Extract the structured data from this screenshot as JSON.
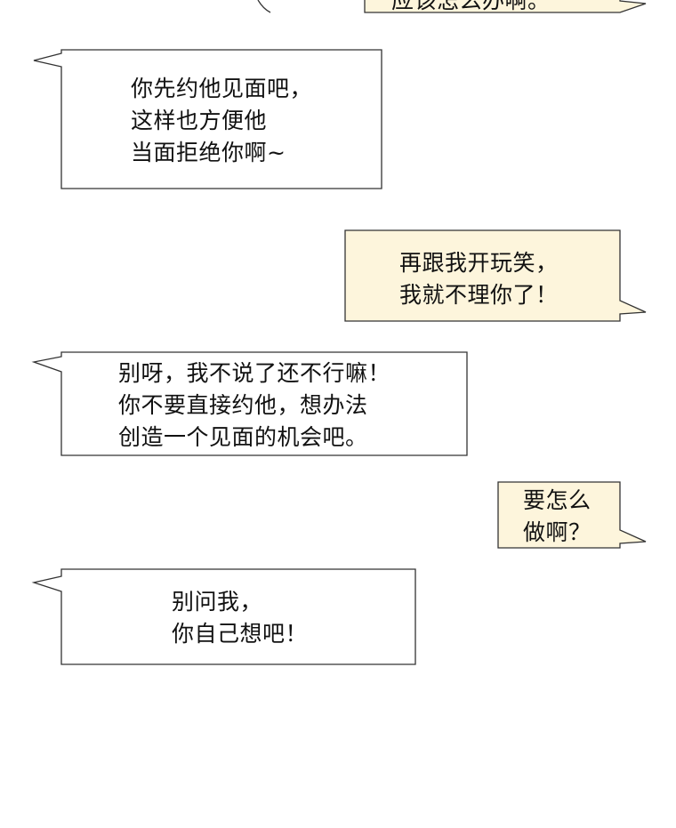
{
  "colors": {
    "left_bubble_fill": "#ffffff",
    "right_bubble_fill": "#fdf5dc",
    "outline": "#333333",
    "text": "#111111"
  },
  "bubbles": [
    {
      "side": "right",
      "text": "应该怎么办啊。"
    },
    {
      "side": "left",
      "text": "你先约他见面吧，\n这样也方便他\n当面拒绝你啊~"
    },
    {
      "side": "right",
      "text": "再跟我开玩笑，\n我就不理你了！"
    },
    {
      "side": "left",
      "text": "别呀，我不说了还不行嘛！\n你不要直接约他，想办法\n创造一个见面的机会吧。"
    },
    {
      "side": "right",
      "text": "要怎么\n做啊？"
    },
    {
      "side": "left",
      "text": "别问我，\n你自己想吧！"
    }
  ]
}
